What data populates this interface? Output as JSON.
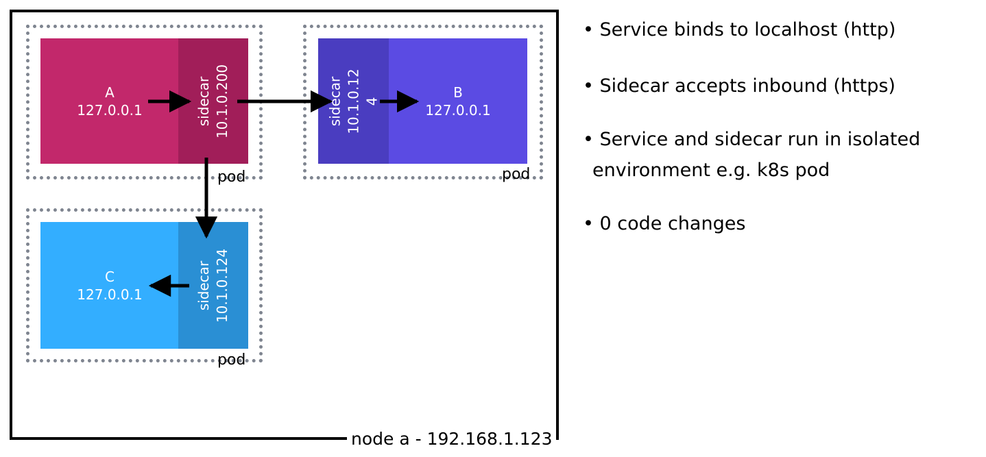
{
  "node": {
    "label": "node a - 192.168.1.123"
  },
  "pods": {
    "a": {
      "label": "pod",
      "service": {
        "name": "A",
        "ip": "127.0.0.1"
      },
      "sidecar": {
        "name": "sidecar",
        "ip": "10.1.0.200"
      }
    },
    "b": {
      "label": "pod",
      "service": {
        "name": "B",
        "ip": "127.0.0.1"
      },
      "sidecar": {
        "name": "sidecar",
        "ip_line1": "10.1.0.12",
        "ip_line2": "4"
      }
    },
    "c": {
      "label": "pod",
      "service": {
        "name": "C",
        "ip": "127.0.0.1"
      },
      "sidecar": {
        "name": "sidecar",
        "ip": "10.1.0.124"
      }
    }
  },
  "bullets": [
    {
      "text": "• Service binds to localhost (http)"
    },
    {
      "text": "• Sidecar accepts inbound (https)"
    },
    {
      "text": "• Service and sidecar run in  isolated",
      "continuation": "environment e.g. k8s pod"
    },
    {
      "text": "• 0 code changes"
    }
  ],
  "colors": {
    "service_a": "#c2286b",
    "sidecar_a": "#a11e59",
    "service_b": "#5b4be3",
    "sidecar_b": "#4a3dc0",
    "service_c": "#33aeff",
    "sidecar_c": "#2a8fd4",
    "pod_border": "#7f8590"
  }
}
